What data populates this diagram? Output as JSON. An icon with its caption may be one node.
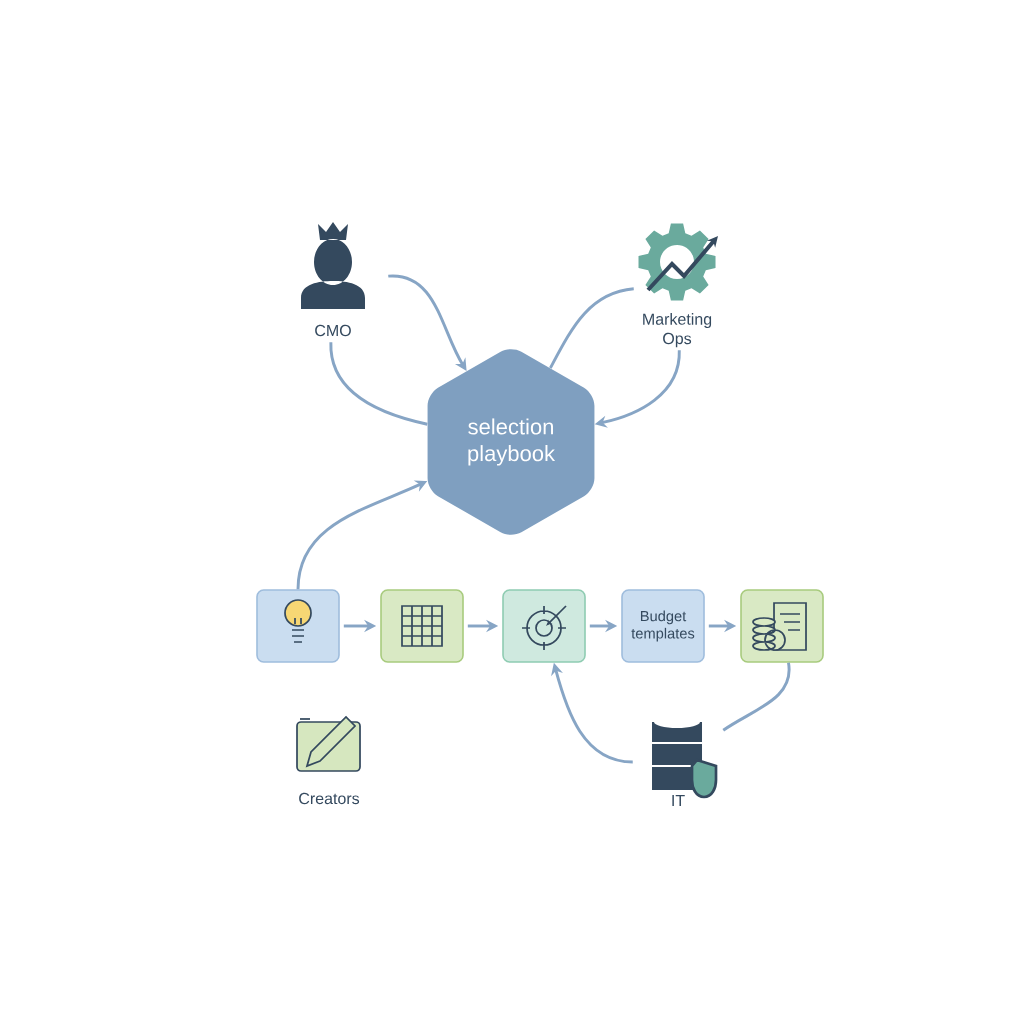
{
  "diagram": {
    "nodes": [
      {
        "text": [
          "CMO"
        ]
      },
      {
        "text": [
          "Marketing Ops"
        ]
      },
      {
        "text": [
          "selection playbook"
        ]
      },
      {
        "text": [],
        "shape": "box"
      },
      {
        "text": [],
        "shape": "box"
      },
      {
        "text": [],
        "shape": "box"
      },
      {
        "text": [
          "Budget templates"
        ]
      },
      {
        "text": [],
        "shape": "box"
      },
      {
        "text": [
          "Creators"
        ]
      },
      {
        "text": [
          "IT"
        ]
      }
    ],
    "edges": [
      {
        "from": 0,
        "to": 2,
        "arrow": "to"
      },
      {
        "from": 2,
        "to": 1,
        "arrow": "none"
      },
      {
        "from": 0,
        "to": 2,
        "arrow": "none"
      },
      {
        "from": 1,
        "to": 2,
        "arrow": "to"
      },
      {
        "from": 3,
        "to": 2,
        "arrow": "to"
      },
      {
        "from": 3,
        "to": 4,
        "arrow": "to"
      },
      {
        "from": 4,
        "to": 5,
        "arrow": "to"
      },
      {
        "from": 5,
        "to": 6,
        "arrow": "to"
      },
      {
        "from": 6,
        "to": 7,
        "arrow": "to"
      },
      {
        "from": 7,
        "to": 9,
        "arrow": "none"
      },
      {
        "from": 9,
        "to": 5,
        "arrow": "to"
      }
    ]
  }
}
